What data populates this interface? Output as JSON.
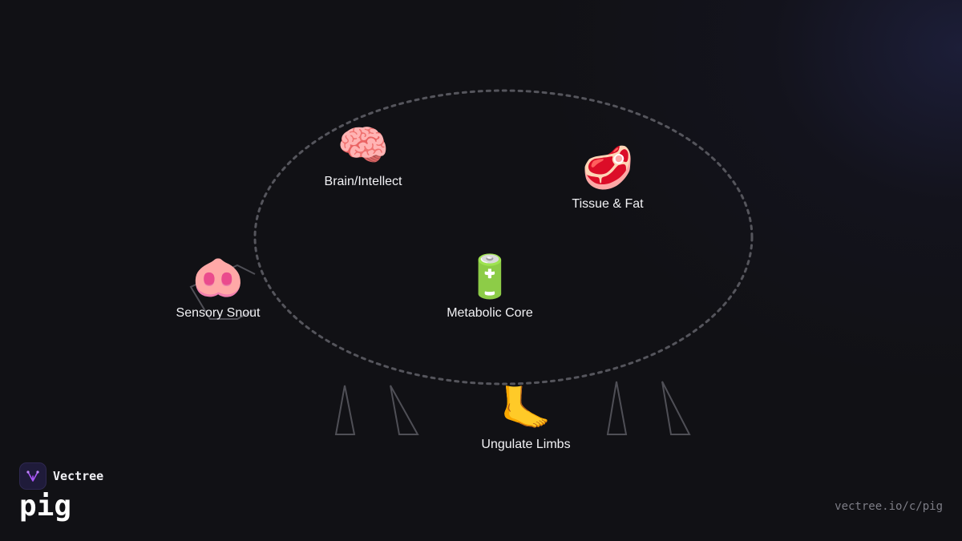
{
  "brand": {
    "name": "Vectree",
    "logo_icon": "vectree-logo-icon",
    "accent_color": "#a855f7"
  },
  "page": {
    "title": "pig",
    "url": "vectree.io/c/pig"
  },
  "diagram": {
    "outline_color": "#55555c",
    "nodes": [
      {
        "id": "brain",
        "label": "Brain/Intellect",
        "icon": "brain-icon",
        "emoji": "🧠"
      },
      {
        "id": "tissue",
        "label": "Tissue & Fat",
        "icon": "meat-icon",
        "emoji": "🥩"
      },
      {
        "id": "snout",
        "label": "Sensory Snout",
        "icon": "snout-icon",
        "emoji": "🐽"
      },
      {
        "id": "core",
        "label": "Metabolic Core",
        "icon": "battery-icon",
        "emoji": "🔋"
      },
      {
        "id": "limbs",
        "label": "Ungulate Limbs",
        "icon": "foot-icon",
        "emoji": "🦶"
      }
    ]
  }
}
